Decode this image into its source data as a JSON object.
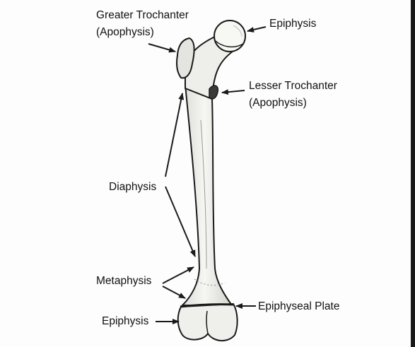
{
  "labels": {
    "greater_trochanter": "Greater Trochanter",
    "greater_trochanter_sub": "(Apophysis)",
    "epiphysis_top": "Epiphysis",
    "lesser_trochanter": "Lesser Trochanter",
    "lesser_trochanter_sub": "(Apophysis)",
    "diaphysis": "Diaphysis",
    "metaphysis": "Metaphysis",
    "epiphysis_bottom": "Epiphysis",
    "epiphyseal_plate": "Epiphyseal Plate"
  },
  "colors": {
    "bone_fill": "#f2f2ef",
    "outline": "#1a1a1a",
    "text": "#111111"
  }
}
